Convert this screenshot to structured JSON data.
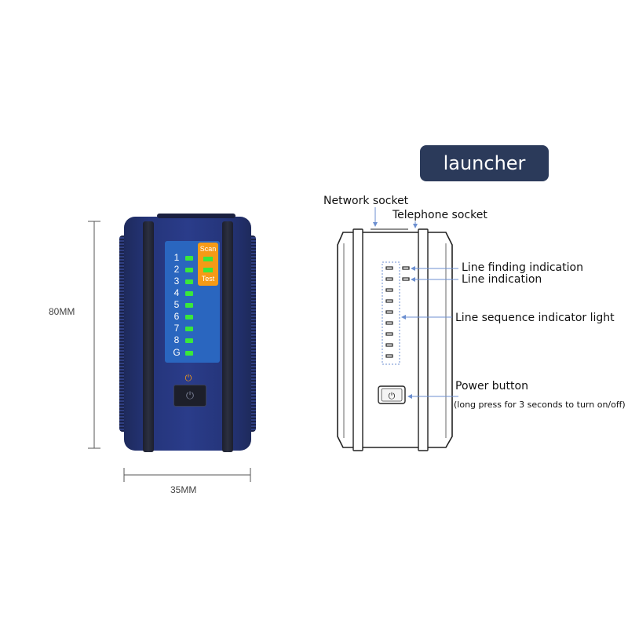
{
  "title": "launcher",
  "dimensions": {
    "height_label": "80MM",
    "width_label": "35MM"
  },
  "device": {
    "channels": [
      "1",
      "2",
      "3",
      "4",
      "5",
      "6",
      "7",
      "8",
      "G"
    ],
    "scan_label": "Scan",
    "test_label": "Test",
    "led_color": "#39e83b",
    "body_color": "#2a3c8a",
    "accent_color": "#f59a16"
  },
  "callouts": {
    "network_socket": "Network socket",
    "telephone_socket": "Telephone socket",
    "line_finding": "Line finding indication",
    "line_indication": "Line indication",
    "line_sequence": "Line sequence indicator light",
    "power_button": "Power button",
    "power_note": "(long press for 3 seconds to turn on/off)"
  },
  "colors": {
    "badge": "#2b3a5a",
    "arrow": "#6c8fd0"
  }
}
